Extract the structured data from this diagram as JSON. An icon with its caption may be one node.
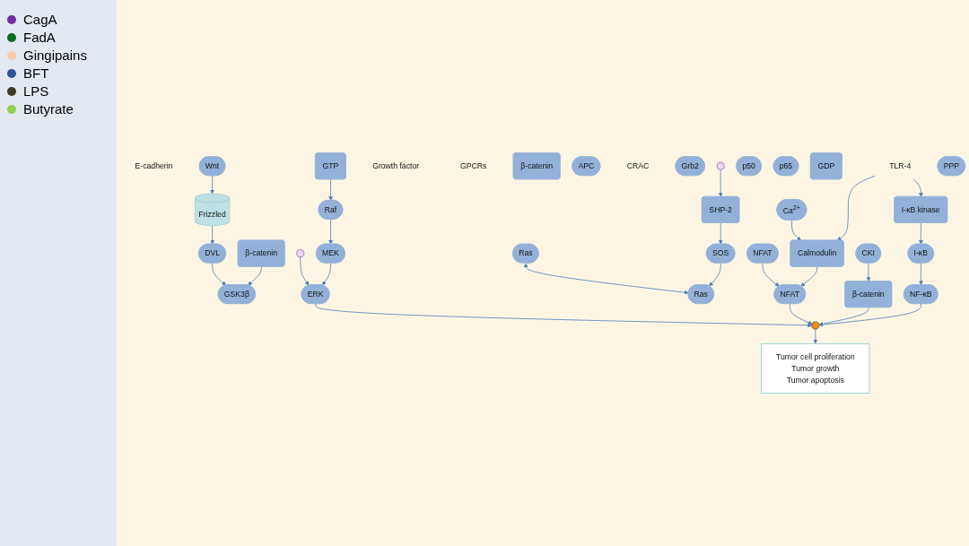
{
  "diagram": {
    "nodes": [
      {
        "text": [
          "E-cadherin"
        ]
      },
      {
        "text": [
          "Frizzled"
        ]
      },
      {
        "text": [
          "Wnt"
        ]
      },
      {
        "text": [
          "β-catenin"
        ]
      },
      {
        "text": [
          "DVL"
        ]
      },
      {
        "text": [
          "TLR-4"
        ]
      },
      {
        "text": [
          "Growth factor"
        ]
      },
      {
        "text": [
          "GPCRs"
        ]
      },
      {
        "text": [
          "GSK3β"
        ]
      },
      {
        "text": [
          "β-catenin"
        ]
      },
      {
        "text": [
          "APC"
        ]
      },
      {
        "text": [
          "CKI"
        ]
      },
      {
        "text": [
          "I-κB kinase"
        ]
      },
      {
        "text": [
          "Ca$^{2+}$"
        ]
      },
      {
        "text": [
          "CRAC"
        ]
      },
      {
        "text": [
          "Grb2"
        ]
      },
      {
        "text": [
          "SOS"
        ]
      },
      {
        "text": [],
        "shape": "circle"
      },
      {
        "text": [
          "p50"
        ]
      },
      {
        "text": [
          "p65"
        ]
      },
      {
        "text": [
          "I-κB"
        ]
      },
      {
        "text": [
          "NF-κB"
        ]
      },
      {
        "text": [
          "Calmodulin"
        ]
      },
      {
        "text": [
          "SHP-2"
        ]
      },
      {
        "text": [
          "Ras"
        ]
      },
      {
        "text": [
          "GDP"
        ]
      },
      {
        "text": [
          "Ras"
        ]
      },
      {
        "text": [
          "GTP"
        ]
      },
      {
        "text": [
          "β-catenin"
        ]
      },
      {
        "text": [
          "PPP"
        ]
      },
      {
        "text": [
          "NFAT"
        ]
      },
      {
        "text": [
          "NFAT"
        ]
      },
      {
        "text": [],
        "shape": "circle"
      },
      {
        "text": [
          "Raf"
        ]
      },
      {
        "text": [
          "MEK"
        ]
      },
      {
        "text": [
          "ERK"
        ]
      },
      {
        "text": [],
        "shape": "picture"
      },
      {
        "text": [
          "Tumor cell proliferation",
          "Tumor growth",
          "Tumor apoptosis"
        ]
      }
    ],
    "edges": [
      {
        "from": 2,
        "to": 1,
        "arrow": "to"
      },
      {
        "from": 1,
        "to": 4,
        "arrow": "to"
      },
      {
        "from": 3,
        "to": 8,
        "arrow": "to"
      },
      {
        "from": 4,
        "to": 8,
        "arrow": "to"
      },
      {
        "from": 11,
        "to": 28,
        "arrow": "to"
      },
      {
        "from": 5,
        "to": 12,
        "arrow": "to"
      },
      {
        "from": 5,
        "to": 22,
        "arrow": "to"
      },
      {
        "from": 13,
        "to": 22,
        "arrow": "to"
      },
      {
        "from": 12,
        "to": 20,
        "arrow": "to"
      },
      {
        "from": 20,
        "to": 21,
        "arrow": "to"
      },
      {
        "from": 17,
        "to": 23,
        "arrow": "to"
      },
      {
        "from": 23,
        "to": 16,
        "arrow": "to"
      },
      {
        "from": 16,
        "to": 26,
        "arrow": "to"
      },
      {
        "from": 24,
        "to": 26,
        "arrow": "both"
      },
      {
        "from": 27,
        "to": 33,
        "arrow": "to"
      },
      {
        "from": 33,
        "to": 34,
        "arrow": "to"
      },
      {
        "from": 34,
        "to": 35,
        "arrow": "to"
      },
      {
        "from": 32,
        "to": 35,
        "arrow": "to"
      },
      {
        "from": 22,
        "to": 31,
        "arrow": "to"
      },
      {
        "from": 30,
        "to": 31,
        "arrow": "to"
      },
      {
        "from": 21,
        "to": 36,
        "arrow": "to"
      },
      {
        "from": 28,
        "to": 36,
        "arrow": "to"
      },
      {
        "from": 31,
        "to": 36,
        "arrow": "to"
      },
      {
        "from": 35,
        "to": 36,
        "arrow": "to"
      },
      {
        "from": 36,
        "to": 37,
        "arrow": "to"
      }
    ],
    "legend": [
      {
        "text": "CagA",
        "color": "#7030a0"
      },
      {
        "text": "FadA",
        "color": "#0b6b1f"
      },
      {
        "text": "Gingipains",
        "color": "#f8cbad"
      },
      {
        "text": "BFT",
        "color": "#2f5597"
      },
      {
        "text": "LPS",
        "color": "#403a28"
      },
      {
        "text": "Butyrate",
        "color": "#92d050"
      }
    ]
  }
}
